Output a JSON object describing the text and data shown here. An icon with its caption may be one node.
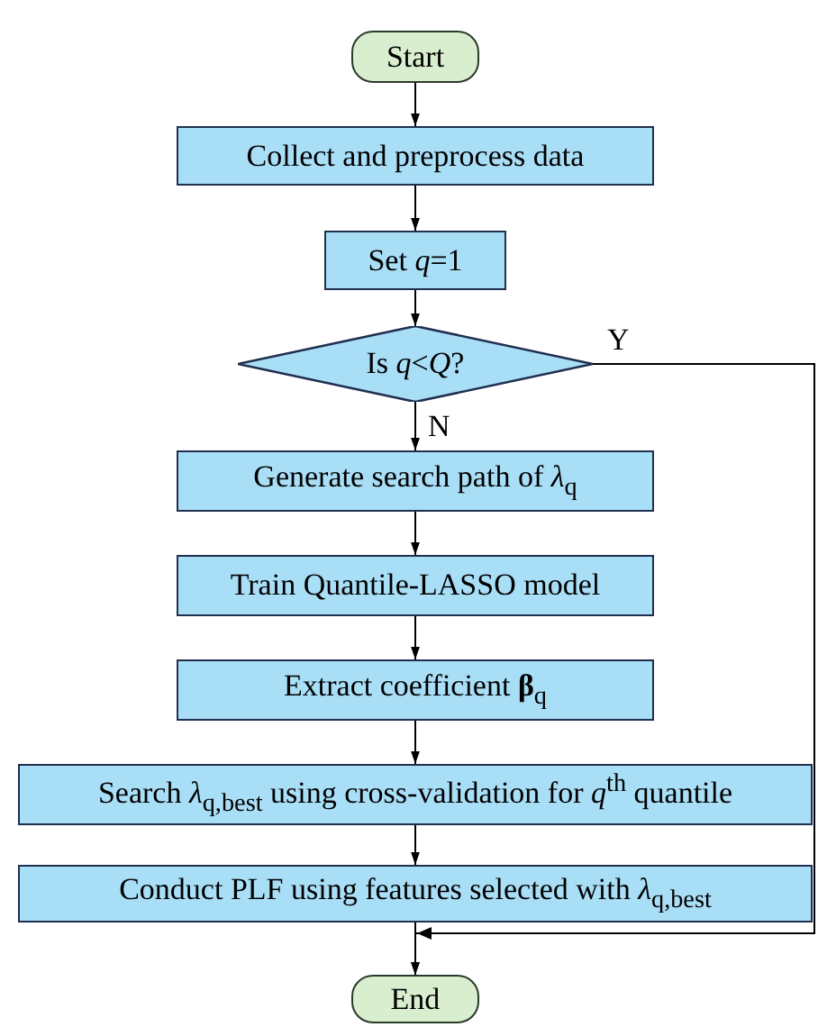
{
  "diagram": {
    "nodes": [
      {
        "text": [
          "Start"
        ]
      },
      {
        "text": [
          "Collect and preprocess data"
        ]
      },
      {
        "text": [
          "Set *q*=1"
        ]
      },
      {
        "text": [
          "Is *q*<*Q*?"
        ]
      },
      {
        "text": [
          "Generate search path of *λ*$_{q}$"
        ]
      },
      {
        "text": [
          "Train Quantile-LASSO model"
        ]
      },
      {
        "text": [
          "Extract coefficient **β**$_{q}$"
        ]
      },
      {
        "text": [
          "Search *λ*$_{q,best}$ using cross-validation for *q*$^{th}$ quantile"
        ]
      },
      {
        "text": [
          "Conduct PLF using features selected with *λ*$_{q,best}$"
        ]
      },
      {
        "text": [
          "End"
        ]
      }
    ],
    "edges": [
      {
        "from": 0,
        "to": 1,
        "arrow": "to"
      },
      {
        "from": 1,
        "to": 2,
        "arrow": "to"
      },
      {
        "from": 2,
        "to": 3,
        "arrow": "to"
      },
      {
        "from": 3,
        "to": 4,
        "arrow": "to",
        "label": "N"
      },
      {
        "from": 4,
        "to": 5,
        "arrow": "to"
      },
      {
        "from": 5,
        "to": 6,
        "arrow": "to"
      },
      {
        "from": 6,
        "to": 7,
        "arrow": "to"
      },
      {
        "from": 7,
        "to": 8,
        "arrow": "to"
      },
      {
        "from": 8,
        "to": 9,
        "arrow": "to"
      },
      {
        "from": 3,
        "to": 9,
        "arrow": "to",
        "label": "Y"
      }
    ]
  }
}
